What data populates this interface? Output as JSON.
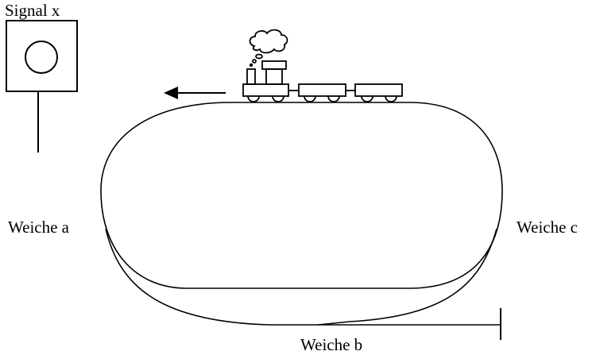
{
  "labels": {
    "signal": "Signal x",
    "switch_a": "Weiche a",
    "switch_b": "Weiche b",
    "switch_c": "Weiche c"
  },
  "train": {
    "direction": "left",
    "cars": 2
  },
  "colors": {
    "stroke": "#000000",
    "background": "#ffffff"
  }
}
